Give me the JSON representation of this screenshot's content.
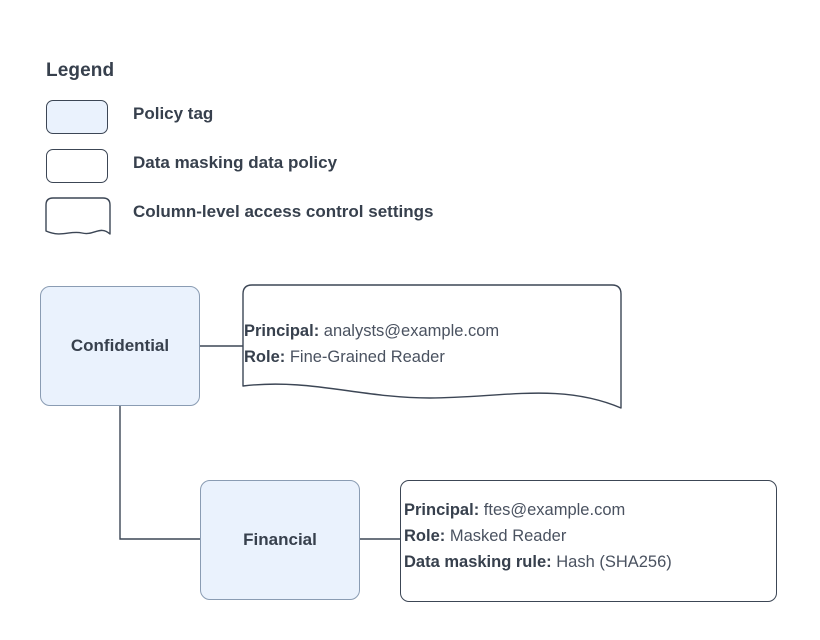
{
  "legend": {
    "title": "Legend",
    "items": [
      {
        "label": "Policy tag",
        "swatch": "filled-rounded-rect",
        "fill": "#eaf2fd"
      },
      {
        "label": "Data masking data policy",
        "swatch": "white-rounded-rect",
        "fill": "#ffffff"
      },
      {
        "label": "Column-level access control settings",
        "swatch": "wavy-bottom-rect",
        "fill": "#ffffff"
      }
    ]
  },
  "diagram": {
    "nodes": [
      {
        "id": "confidential",
        "label": "Confidential"
      },
      {
        "id": "financial",
        "label": "Financial"
      }
    ],
    "annotations": [
      {
        "id": "confidential-access",
        "shape": "wavy-bottom-rect",
        "lines": [
          {
            "key": "Principal:",
            "value": " analysts@example.com"
          },
          {
            "key": "Role:",
            "value": " Fine-Grained Reader"
          }
        ]
      },
      {
        "id": "financial-access",
        "shape": "rounded-rect",
        "lines": [
          {
            "key": "Principal:",
            "value": " ftes@example.com"
          },
          {
            "key": "Role:",
            "value": " Masked Reader"
          },
          {
            "key": "Data masking rule:",
            "value": " Hash (SHA256)"
          }
        ]
      }
    ],
    "connectors": [
      {
        "from": "confidential",
        "to": "confidential-access"
      },
      {
        "from": "confidential",
        "to": "financial"
      },
      {
        "from": "financial",
        "to": "financial-access"
      }
    ]
  },
  "colors": {
    "node_fill": "#eaf2fd",
    "node_stroke": "#8a9cb3",
    "box_stroke": "#3c4655",
    "text": "#37404d",
    "value_text": "#4a5260",
    "connector": "#3c4655",
    "background": "#ffffff"
  }
}
